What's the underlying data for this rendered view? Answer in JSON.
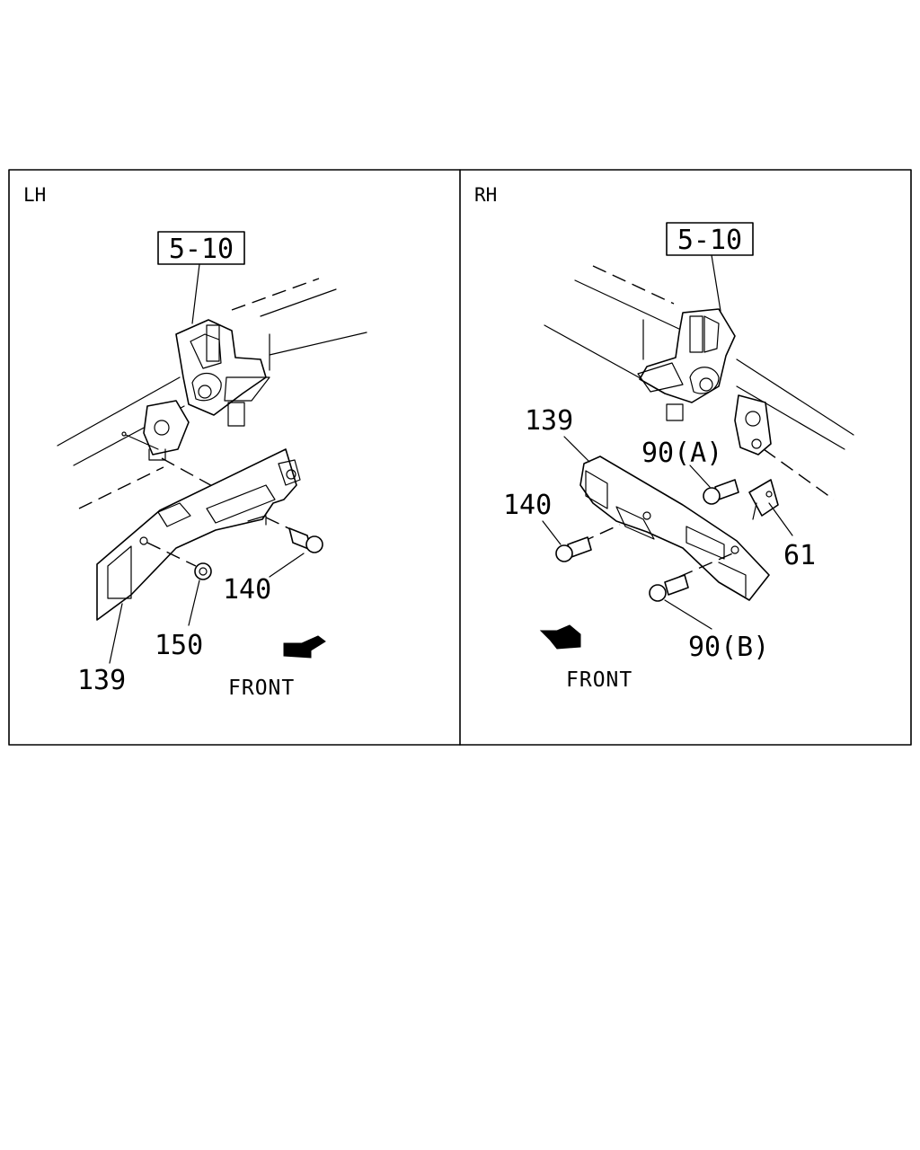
{
  "panels": {
    "left": {
      "side_label": "LH",
      "ref_box": "5-10",
      "callouts": {
        "c139": "139",
        "c140": "140",
        "c150": "150"
      },
      "front_label": "FRONT"
    },
    "right": {
      "side_label": "RH",
      "ref_box": "5-10",
      "callouts": {
        "c139": "139",
        "c140": "140",
        "c90a": "90(A)",
        "c90b": "90(B)",
        "c61": "61"
      },
      "front_label": "FRONT"
    }
  }
}
